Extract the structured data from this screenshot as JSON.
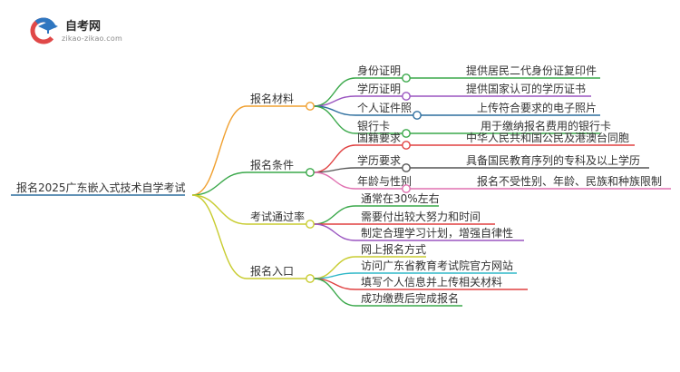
{
  "logo": {
    "brand": "自考网",
    "domain": "zikao-zikao.com",
    "icon": "graduation-cap-icon"
  },
  "root": {
    "label": "报名2025广东嵌入式技术自学考试",
    "color": "#2d6e9e"
  },
  "branches": [
    {
      "label": "报名材料",
      "color": "#f0a030",
      "items": [
        {
          "label": "身份证明",
          "detail": "提供居民二代身份证复印件",
          "color": "#3aa84a"
        },
        {
          "label": "学历证明",
          "detail": "提供国家认可的学历证书",
          "color": "#9a55c0"
        },
        {
          "label": "个人证件照",
          "detail": "上传符合要求的电子照片",
          "color": "#2d6e9e"
        },
        {
          "label": "银行卡",
          "detail": "用于缴纳报名费用的银行卡",
          "color": "#3aa84a"
        }
      ]
    },
    {
      "label": "报名条件",
      "color": "#3aa84a",
      "items": [
        {
          "label": "国籍要求",
          "detail": "中华人民共和国公民及港澳台同胞",
          "color": "#e04040"
        },
        {
          "label": "学历要求",
          "detail": "具备国民教育序列的专科及以上学历",
          "color": "#555555"
        },
        {
          "label": "年龄与性别",
          "detail": "报名不受性别、年龄、民族和种族限制",
          "color": "#e070b0"
        }
      ]
    },
    {
      "label": "考试通过率",
      "color": "#c8cc30",
      "items": [
        {
          "label": "通常在30%左右",
          "color": "#3aa84a"
        },
        {
          "label": "需要付出较大努力和时间",
          "color": "#e04040"
        },
        {
          "label": "制定合理学习计划，增强自律性",
          "color": "#9a55c0"
        }
      ]
    },
    {
      "label": "报名入口",
      "color": "#c8cc30",
      "items": [
        {
          "label": "网上报名方式",
          "color": "#c8cc30"
        },
        {
          "label": "访问广东省教育考试院官方网站",
          "color": "#30b8c8"
        },
        {
          "label": "填写个人信息并上传相关材料",
          "color": "#e04040"
        },
        {
          "label": "成功缴费后完成报名",
          "color": "#3aa84a"
        }
      ]
    }
  ]
}
